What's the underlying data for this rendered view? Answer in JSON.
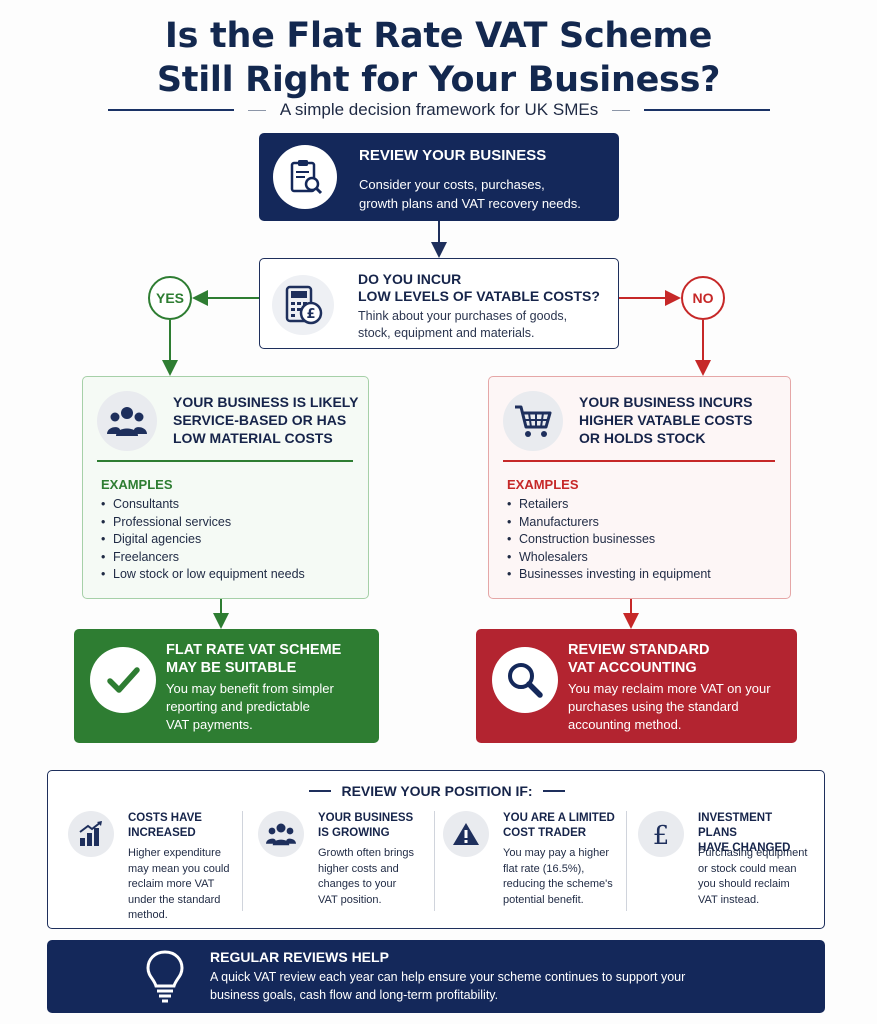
{
  "header": {
    "title_line1": "Is the Flat Rate VAT Scheme",
    "title_line2": "Still Right for Your Business?",
    "subtitle": "A simple decision framework for UK SMEs"
  },
  "step1": {
    "icon": "clipboard-search-icon",
    "heading": "REVIEW YOUR BUSINESS",
    "desc_line1": "Consider your costs, purchases,",
    "desc_line2": "growth plans and VAT recovery needs."
  },
  "question": {
    "icon": "calculator-pound-icon",
    "heading_line1": "DO YOU INCUR",
    "heading_line2": "LOW LEVELS OF VATABLE COSTS?",
    "desc_line1": "Think about your purchases of goods,",
    "desc_line2": "stock, equipment and materials.",
    "yes_label": "YES",
    "no_label": "NO"
  },
  "yes_path": {
    "icon": "people-icon",
    "heading_line1": "YOUR BUSINESS IS LIKELY",
    "heading_line2": "SERVICE-BASED OR HAS",
    "heading_line3": "LOW MATERIAL COSTS",
    "examples_label": "EXAMPLES",
    "examples": [
      "Consultants",
      "Professional services",
      "Digital agencies",
      "Freelancers",
      "Low stock or low equipment needs"
    ],
    "result": {
      "icon": "checkmark-icon",
      "heading_line1": "FLAT RATE VAT SCHEME",
      "heading_line2": "MAY BE SUITABLE",
      "desc_line1": "You may benefit from simpler",
      "desc_line2": "reporting and predictable",
      "desc_line3": "VAT payments."
    }
  },
  "no_path": {
    "icon": "shopping-cart-icon",
    "heading_line1": "YOUR BUSINESS INCURS",
    "heading_line2": "HIGHER VATABLE COSTS",
    "heading_line3": "OR HOLDS STOCK",
    "examples_label": "EXAMPLES",
    "examples": [
      "Retailers",
      "Manufacturers",
      "Construction businesses",
      "Wholesalers",
      "Businesses investing in equipment"
    ],
    "result": {
      "icon": "magnifier-icon",
      "heading_line1": "REVIEW STANDARD",
      "heading_line2": "VAT ACCOUNTING",
      "desc_line1": "You may reclaim more VAT on your",
      "desc_line2": "purchases using the standard",
      "desc_line3": "accounting method."
    }
  },
  "review": {
    "title": "REVIEW YOUR POSITION IF:",
    "items": [
      {
        "icon": "bar-chart-growth-icon",
        "heading_line1": "COSTS HAVE",
        "heading_line2": "INCREASED",
        "desc": [
          "Higher expenditure",
          "may mean you could",
          "reclaim more VAT",
          "under the standard",
          "method."
        ]
      },
      {
        "icon": "team-icon",
        "heading_line1": "YOUR BUSINESS",
        "heading_line2": "IS GROWING",
        "desc": [
          "Growth often brings",
          "higher costs and",
          "changes to your",
          "VAT position."
        ]
      },
      {
        "icon": "warning-icon",
        "heading_line1": "YOU ARE A LIMITED",
        "heading_line2": "COST TRADER",
        "desc": [
          "You may pay a higher",
          "flat rate (16.5%),",
          "reducing the scheme's",
          "potential benefit."
        ]
      },
      {
        "icon": "pound-icon",
        "heading_line1": "INVESTMENT PLANS",
        "heading_line2": "HAVE CHANGED",
        "desc": [
          "Purchasing equipment",
          "or stock could mean",
          "you should reclaim",
          "VAT instead."
        ]
      }
    ]
  },
  "tips": {
    "icon": "lightbulb-icon",
    "heading": "REGULAR REVIEWS HELP",
    "desc_line1": "A quick VAT review each year can help ensure your scheme continues to support your",
    "desc_line2": "business goals, cash flow and long-term profitability."
  },
  "colors": {
    "navy": "#14285a",
    "green": "#2e7d32",
    "red": "#b32430"
  }
}
